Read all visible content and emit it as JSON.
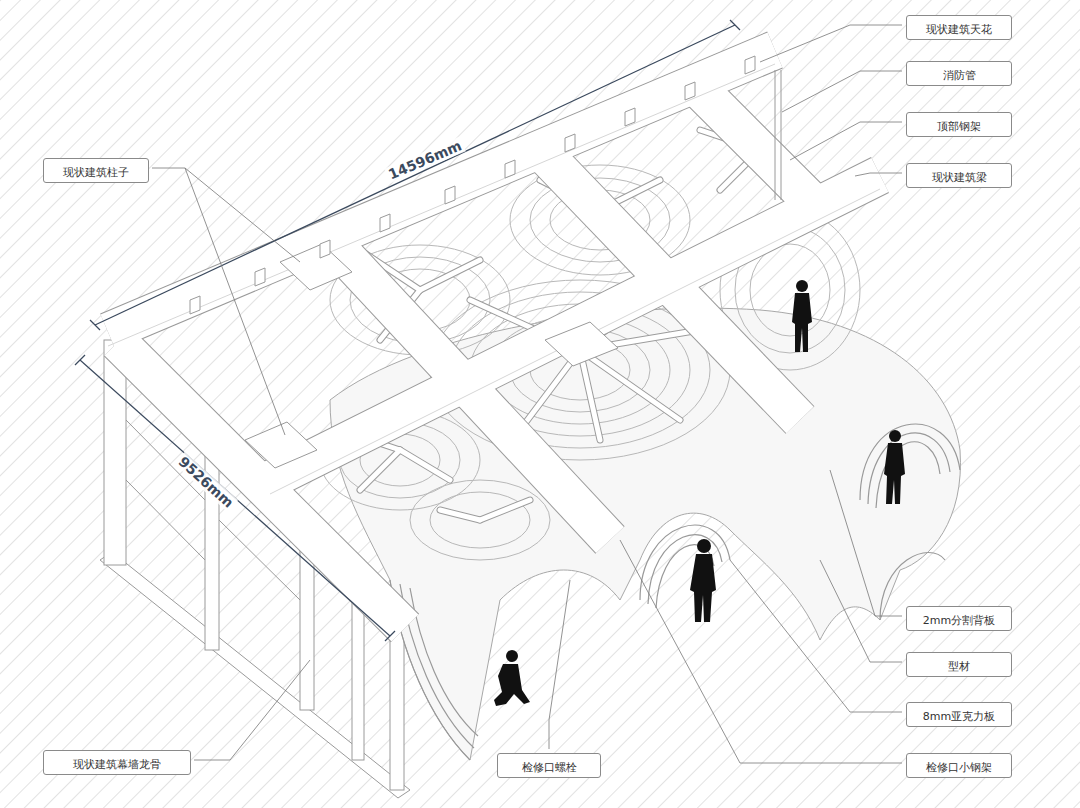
{
  "diagram": {
    "nodes": [
      {
        "text": [
          "现状建筑天花"
        ]
      },
      {
        "text": [
          "消防管"
        ]
      },
      {
        "text": [
          "顶部钢架"
        ]
      },
      {
        "text": [
          "现状建筑梁"
        ]
      },
      {
        "text": [
          "现状建筑柱子"
        ]
      },
      {
        "text": [
          "2mm分割背板"
        ]
      },
      {
        "text": [
          "型材"
        ]
      },
      {
        "text": [
          "8mm亚克力板"
        ]
      },
      {
        "text": [
          "现状建筑幕墙龙骨"
        ]
      },
      {
        "text": [
          "检修口螺栓"
        ]
      },
      {
        "text": [
          "检修口小钢架"
        ]
      }
    ],
    "labels": [
      "14596mm",
      "9526mm"
    ]
  }
}
